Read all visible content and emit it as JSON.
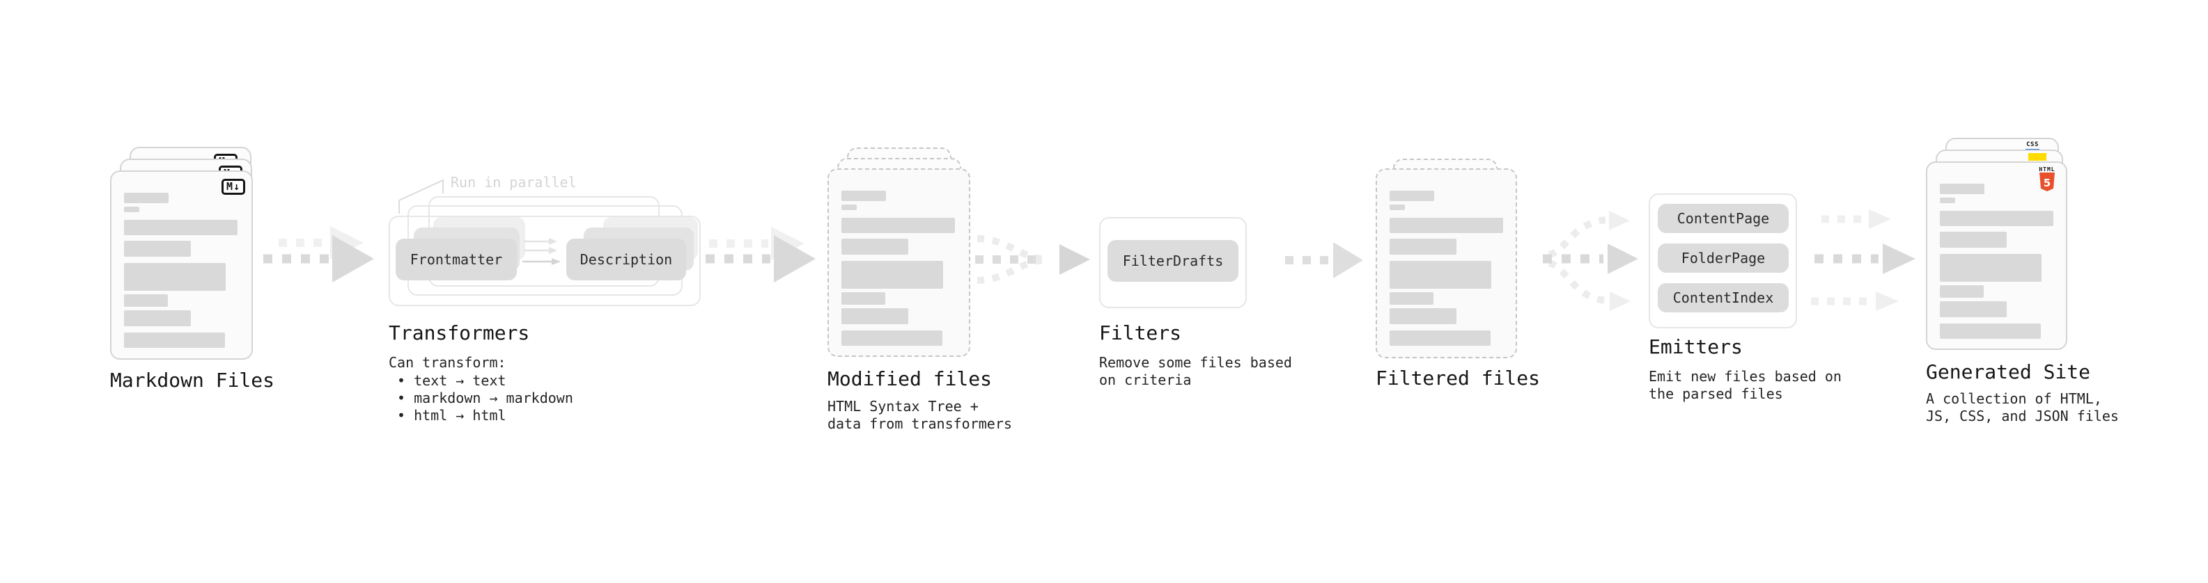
{
  "colors": {
    "html5_orange": "#e8512c",
    "js_yellow": "#ffdb00",
    "css_blue": "#2f6fe4",
    "skeleton_bar_gray": "#d9d9d9",
    "arrow_dark_gray": "#d9d9d9",
    "arrow_light_gray": "#eeeeee"
  },
  "doc_skeleton": {
    "bars": [
      {
        "w": 64,
        "h": 15,
        "mt": 0
      },
      {
        "w": 22,
        "h": 8,
        "mt": 5
      },
      {
        "w": 163,
        "h": 22,
        "mt": 11
      },
      {
        "w": 96,
        "h": 23,
        "mt": 8
      },
      {
        "w": 146,
        "h": 40,
        "mt": 9
      },
      {
        "w": 63,
        "h": 18,
        "mt": 5
      },
      {
        "w": 96,
        "h": 23,
        "mt": 5
      },
      {
        "w": 145,
        "h": 22,
        "mt": 9
      }
    ]
  },
  "stages": {
    "markdown": {
      "title": "Markdown Files",
      "badge": "M↓"
    },
    "transformers": {
      "title": "Transformers",
      "parallel_label": "Run in parallel",
      "buttons": [
        "Frontmatter",
        "Description"
      ],
      "note_heading": "Can transform:",
      "bullets": [
        "• text → text",
        "• markdown → markdown",
        "• html → html"
      ]
    },
    "modified": {
      "title": "Modified files",
      "subtitle_lines": [
        "HTML Syntax Tree +",
        "data from transformers"
      ]
    },
    "filters": {
      "title": "Filters",
      "buttons": [
        "FilterDrafts"
      ],
      "subtitle_lines": [
        "Remove some files based",
        "on criteria"
      ]
    },
    "filtered": {
      "title": "Filtered files"
    },
    "emitters": {
      "title": "Emitters",
      "buttons": [
        "ContentPage",
        "FolderPage",
        "ContentIndex"
      ],
      "subtitle_lines": [
        "Emit new files based on",
        "the parsed files"
      ]
    },
    "generated": {
      "title": "Generated Site",
      "subtitle_lines": [
        "A collection of HTML,",
        "JS, CSS, and JSON files"
      ],
      "badges": {
        "css": "CSS",
        "html_label": "HTML",
        "html_number": "5"
      }
    }
  }
}
